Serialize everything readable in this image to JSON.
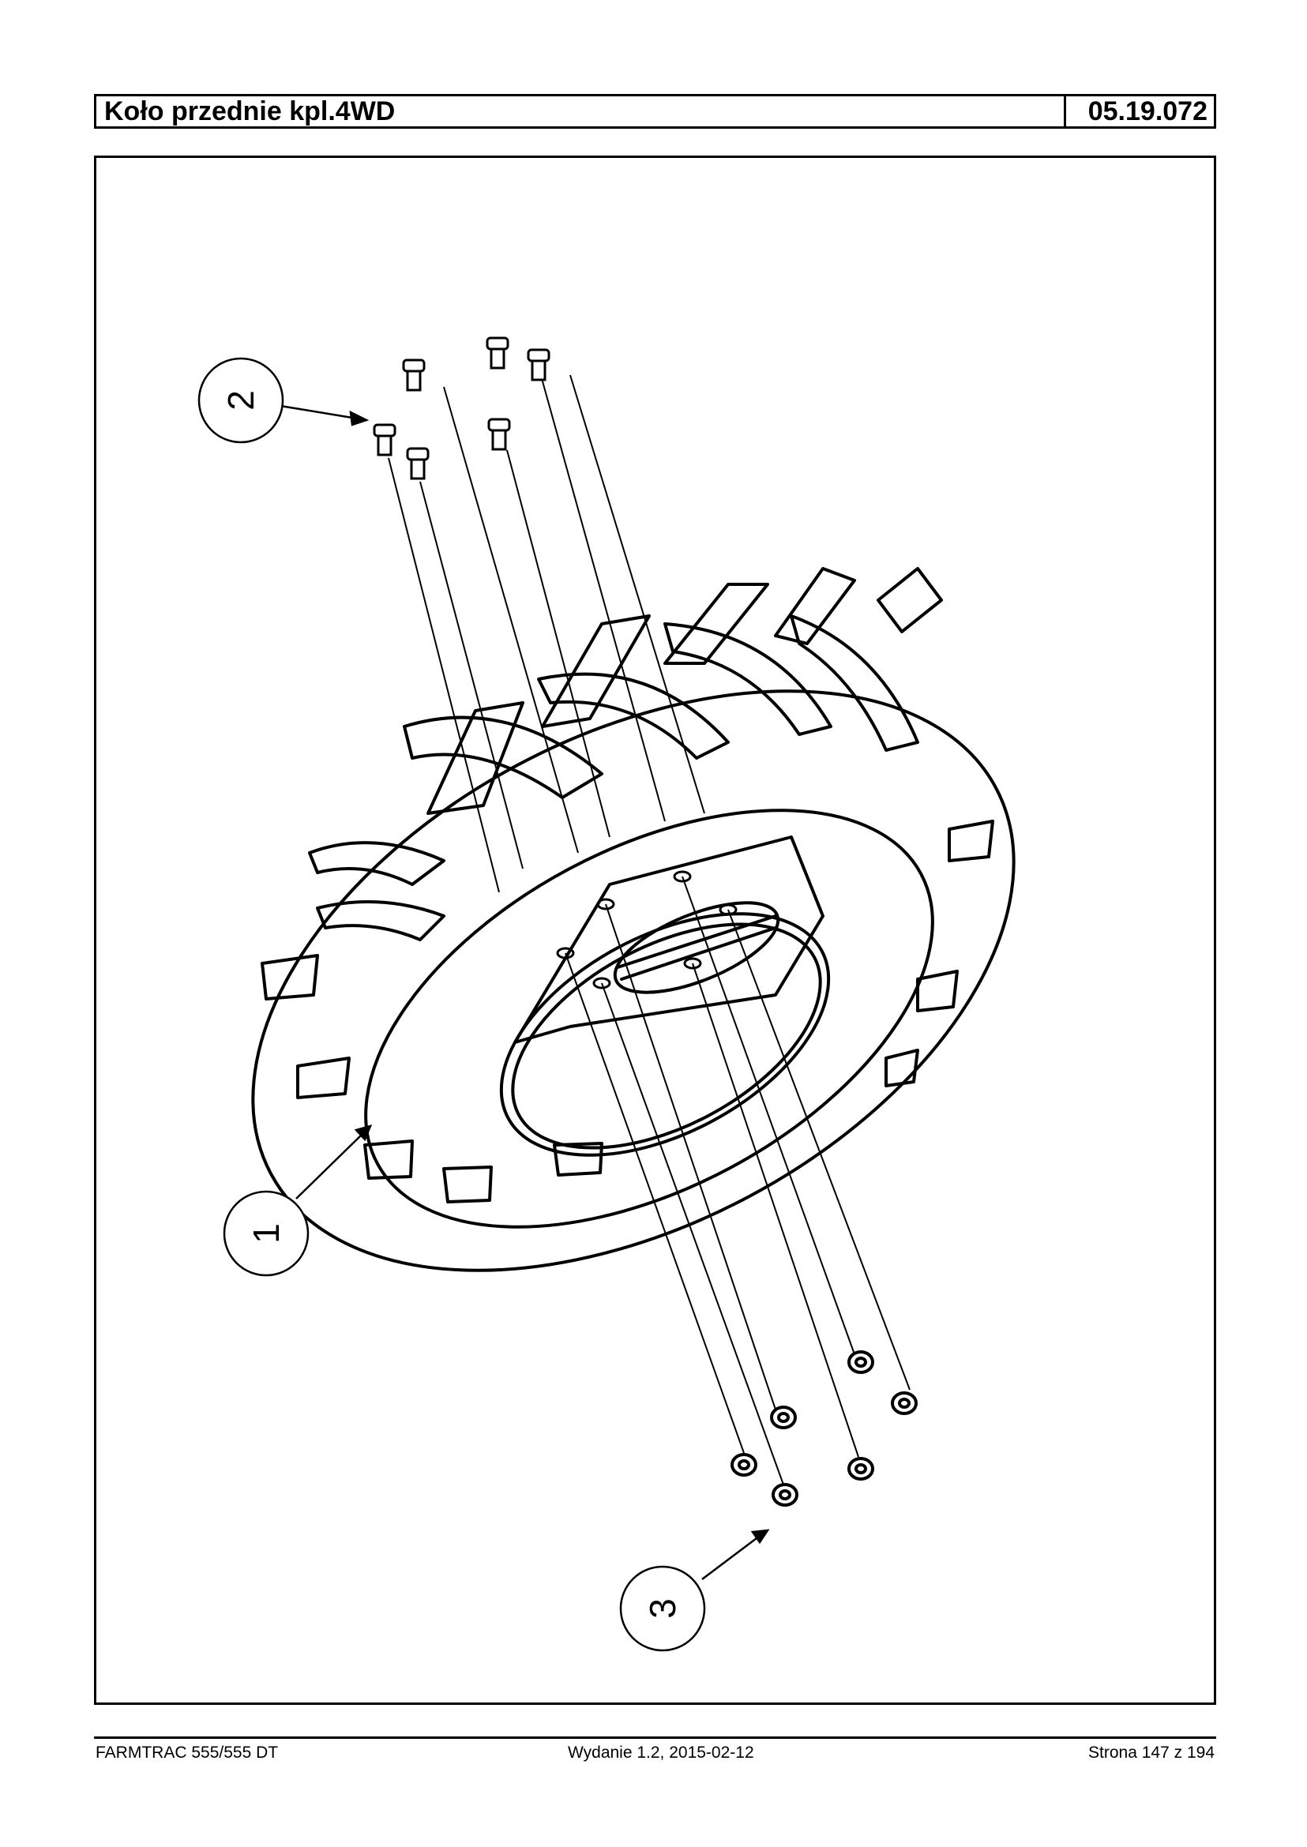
{
  "header": {
    "title": "Koło przednie kpl.4WD",
    "code": "05.19.072"
  },
  "diagram": {
    "callouts": [
      {
        "number": "1"
      },
      {
        "number": "2"
      },
      {
        "number": "3"
      }
    ]
  },
  "footer": {
    "model": "FARMTRAC 555/555 DT",
    "edition": "Wydanie 1.2,  2015-02-12",
    "page": "Strona 147 z 194"
  }
}
